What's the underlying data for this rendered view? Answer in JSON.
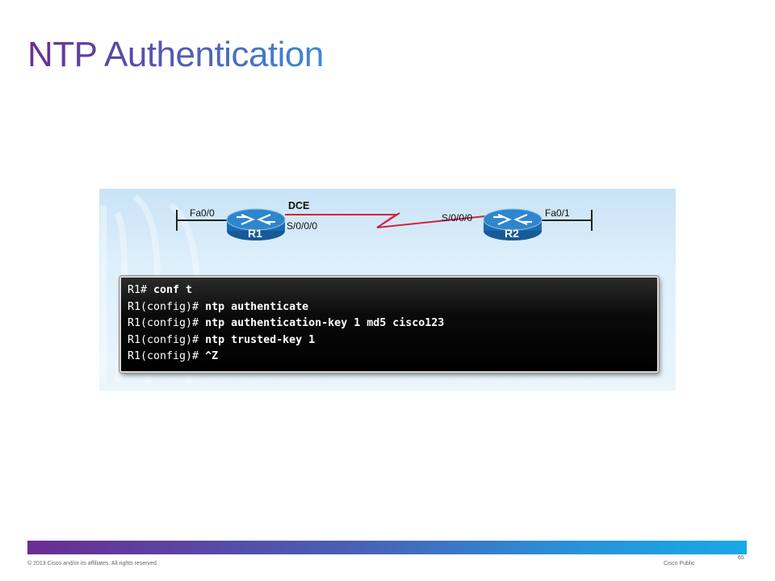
{
  "slide": {
    "title": "NTP Authentication"
  },
  "topology": {
    "link_label": "DCE",
    "routers": [
      {
        "name": "R1",
        "lan_interface": "Fa0/0",
        "serial_interface": "S/0/0/0"
      },
      {
        "name": "R2",
        "lan_interface": "Fa0/1",
        "serial_interface": "S/0/0/0"
      }
    ],
    "colors": {
      "serial_link": "#d4213d",
      "router_body": "#1a6fb5"
    }
  },
  "terminal": {
    "lines": [
      {
        "prompt": "R1# ",
        "command": "conf t"
      },
      {
        "prompt": "R1(config)# ",
        "command": "ntp authenticate"
      },
      {
        "prompt": "R1(config)# ",
        "command": "ntp authentication-key 1 md5 cisco123"
      },
      {
        "prompt": "R1(config)# ",
        "command": "ntp trusted-key 1"
      },
      {
        "prompt": "R1(config)# ",
        "command": "^Z"
      }
    ]
  },
  "footer": {
    "copyright": "© 2013 Cisco and/or its affiliates. All rights reserved.",
    "classification": "Cisco Public",
    "page_number": "65"
  }
}
